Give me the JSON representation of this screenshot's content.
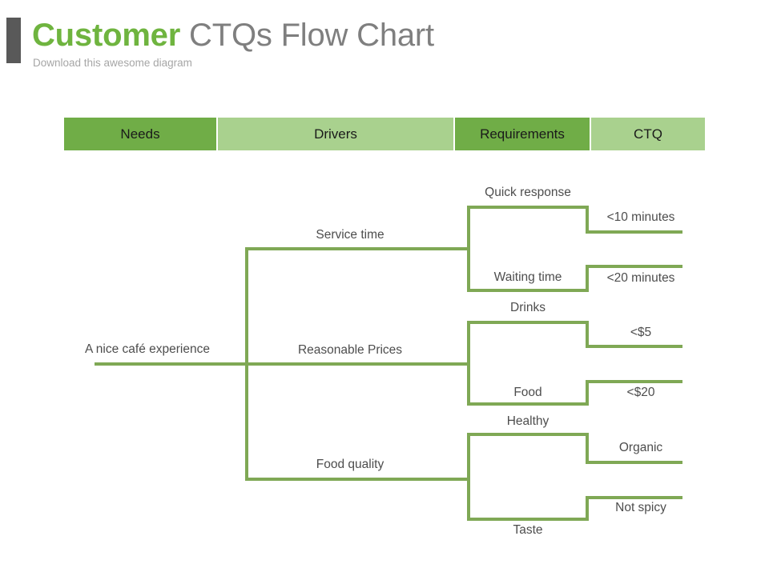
{
  "header": {
    "title_highlight": "Customer",
    "title_rest": " CTQs Flow Chart",
    "subtitle": "Download this awesome diagram",
    "accent_bar_color": "#595959",
    "highlight_color": "#6FB43F",
    "rest_color": "#7F7F7F"
  },
  "columns": [
    {
      "label": "Needs",
      "tone": "dark"
    },
    {
      "label": "Drivers",
      "tone": "light"
    },
    {
      "label": "Requirements",
      "tone": "dark"
    },
    {
      "label": "CTQ",
      "tone": "light"
    }
  ],
  "colors": {
    "line": "#7FA855",
    "bar_dark": "#70AD47",
    "bar_light": "#A9D18E",
    "label_text": "#4D4D4D"
  },
  "chart_data": {
    "type": "tree",
    "title": "Customer CTQs Flow Chart",
    "levels": [
      "Needs",
      "Drivers",
      "Requirements",
      "CTQ"
    ],
    "root": "A nice café experience",
    "nodes": {
      "need": "A nice café experience",
      "drivers": [
        {
          "label": "Service time",
          "requirements": [
            {
              "label": "Quick response",
              "ctqs": [
                "<10 minutes"
              ]
            },
            {
              "label": "Waiting time",
              "ctqs": [
                "<20 minutes"
              ]
            }
          ]
        },
        {
          "label": "Reasonable  Prices",
          "requirements": [
            {
              "label": "Drinks",
              "ctqs": [
                "<$5"
              ]
            },
            {
              "label": "Food",
              "ctqs": [
                "<$20"
              ]
            }
          ]
        },
        {
          "label": "Food quality",
          "requirements": [
            {
              "label": "Healthy",
              "ctqs": [
                "Organic"
              ]
            },
            {
              "label": "Taste",
              "ctqs": [
                "Not spicy"
              ]
            }
          ]
        }
      ]
    }
  },
  "tree": {
    "need_label": "A nice café experience",
    "driver_1": "Service time",
    "driver_2": "Reasonable  Prices",
    "driver_3": "Food quality",
    "req_1": "Quick response",
    "req_2": "Waiting time",
    "req_3": "Drinks",
    "req_4": "Food",
    "req_5": "Healthy",
    "req_6": "Taste",
    "ctq_1": "<10 minutes",
    "ctq_2": "<20 minutes",
    "ctq_3": "<$5",
    "ctq_4": "<$20",
    "ctq_5": "Organic",
    "ctq_6": "Not spicy"
  }
}
